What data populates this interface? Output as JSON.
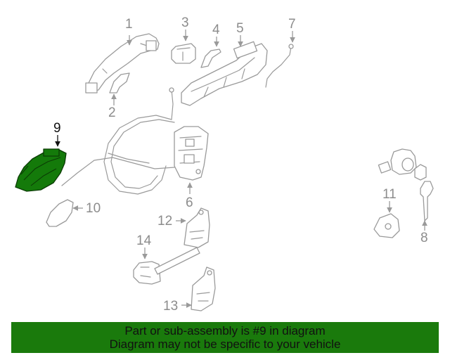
{
  "diagram": {
    "highlight_color": "#147a0a",
    "part_stroke_color": "#9a9a9a",
    "callouts": {
      "c1": "1",
      "c2": "2",
      "c3": "3",
      "c4": "4",
      "c5": "5",
      "c6": "6",
      "c7": "7",
      "c8": "8",
      "c9": "9",
      "c10": "10",
      "c11": "11",
      "c12": "12",
      "c13": "13",
      "c14": "14"
    },
    "highlighted_part": "9"
  },
  "footer": {
    "line1": "Part or sub-assembly is #9 in diagram",
    "line2": "Diagram may not be specific to your vehicle",
    "background": "#1a7a0c"
  }
}
